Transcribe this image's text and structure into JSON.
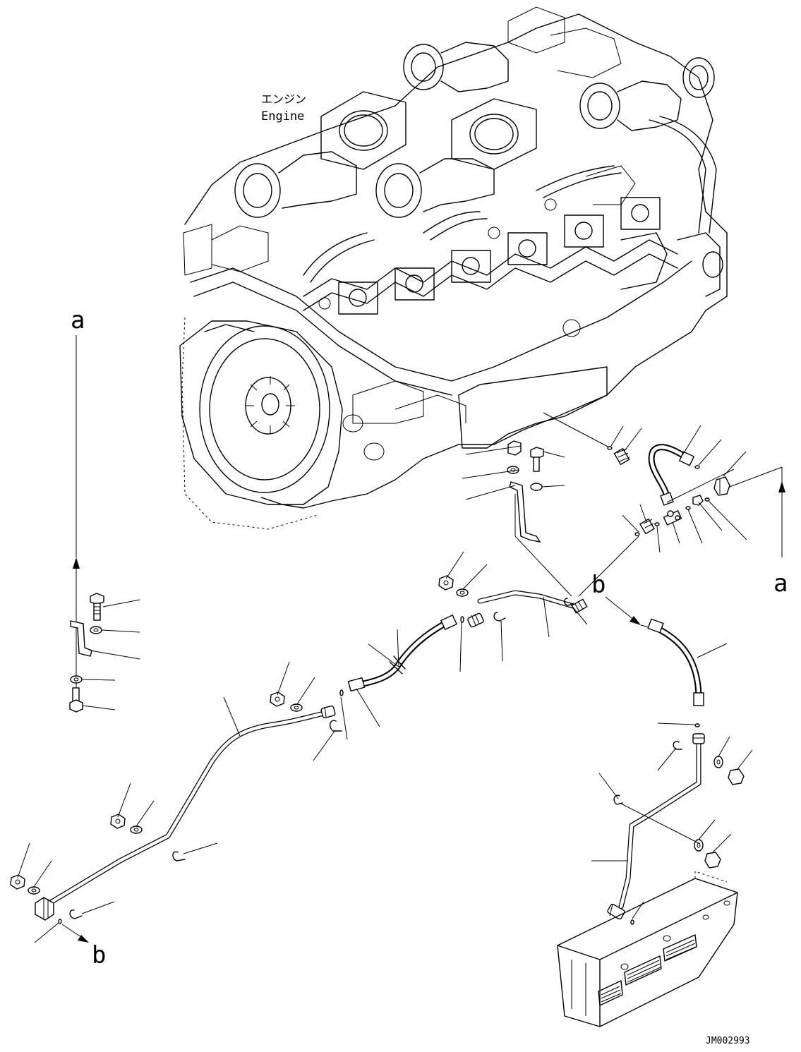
{
  "engine_label": {
    "jp": "エンジン",
    "en": "Engine"
  },
  "connector_labels": {
    "a_top_right": "a",
    "a_left": "a",
    "b_middle": "b",
    "b_left": "b"
  },
  "drawing_id": "JM002993"
}
